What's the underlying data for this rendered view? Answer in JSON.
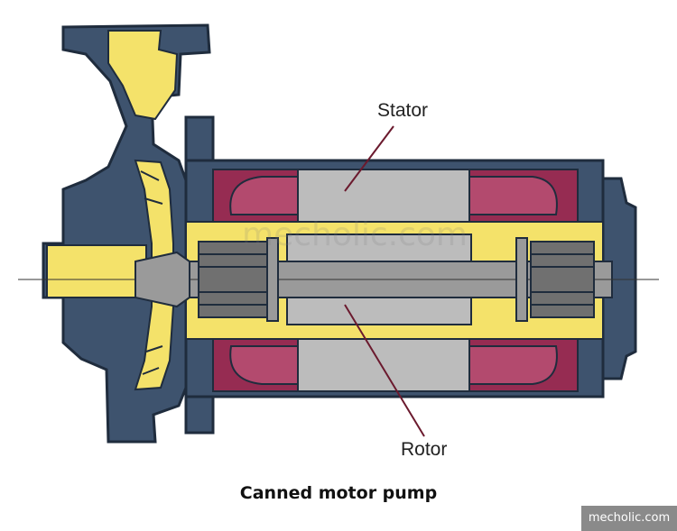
{
  "labels": {
    "stator": "Stator",
    "rotor": "Rotor"
  },
  "caption": "Canned motor pump",
  "watermark": "mecholic.com",
  "source_badge": "mecholic.com",
  "colors": {
    "housing": "#3e536e",
    "housing_outline": "#1f2c3d",
    "fluid": "#f4e26a",
    "winding": "#962c52",
    "winding_light": "#b34a6e",
    "core": "#bcbcbc",
    "shaft": "#9a9a9a",
    "bearing": "#707070",
    "leader": "#6b1a2e"
  }
}
